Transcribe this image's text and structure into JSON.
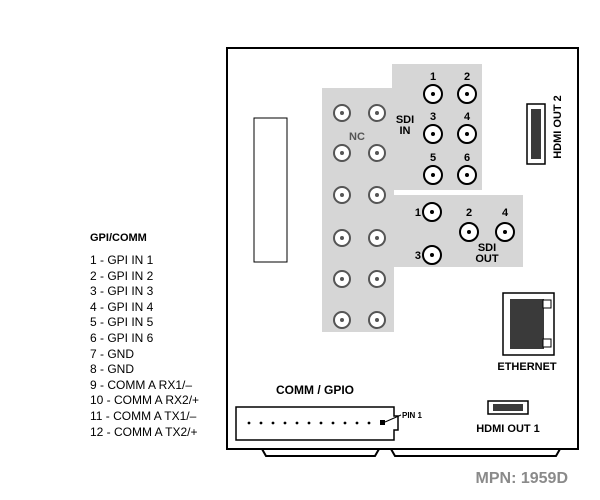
{
  "legend": {
    "title": "GPI/COMM",
    "items": [
      "1 - GPI IN 1",
      "2 - GPI IN 2",
      "3 - GPI IN 3",
      "4 - GPI IN 4",
      "5 - GPI IN 5",
      "6 - GPI IN 6",
      "7 - GND",
      "8 - GND",
      "9 - COMM A RX1/–",
      "10 - COMM A RX2/+",
      "11 - COMM A TX1/–",
      "12 - COMM A TX2/+"
    ]
  },
  "board": {
    "nc_label": "NC",
    "sdi_in": {
      "label_line1": "SDI",
      "label_line2": "IN",
      "ports": [
        "1",
        "2",
        "3",
        "4",
        "5",
        "6"
      ]
    },
    "sdi_out": {
      "label_line1": "SDI",
      "label_line2": "OUT",
      "ports": [
        "1",
        "2",
        "4",
        "3"
      ]
    },
    "hdmi_out_2": "HDMI OUT 2",
    "hdmi_out_1": "HDMI OUT 1",
    "ethernet": "ETHERNET",
    "comm_gpio": "COMM / GPIO",
    "pin1": "PIN 1"
  },
  "mpn": "MPN: 1959D",
  "colors": {
    "panel_gray": "#d6d6d6",
    "mpn_gray": "#8a8a8a",
    "outline": "#000000"
  }
}
